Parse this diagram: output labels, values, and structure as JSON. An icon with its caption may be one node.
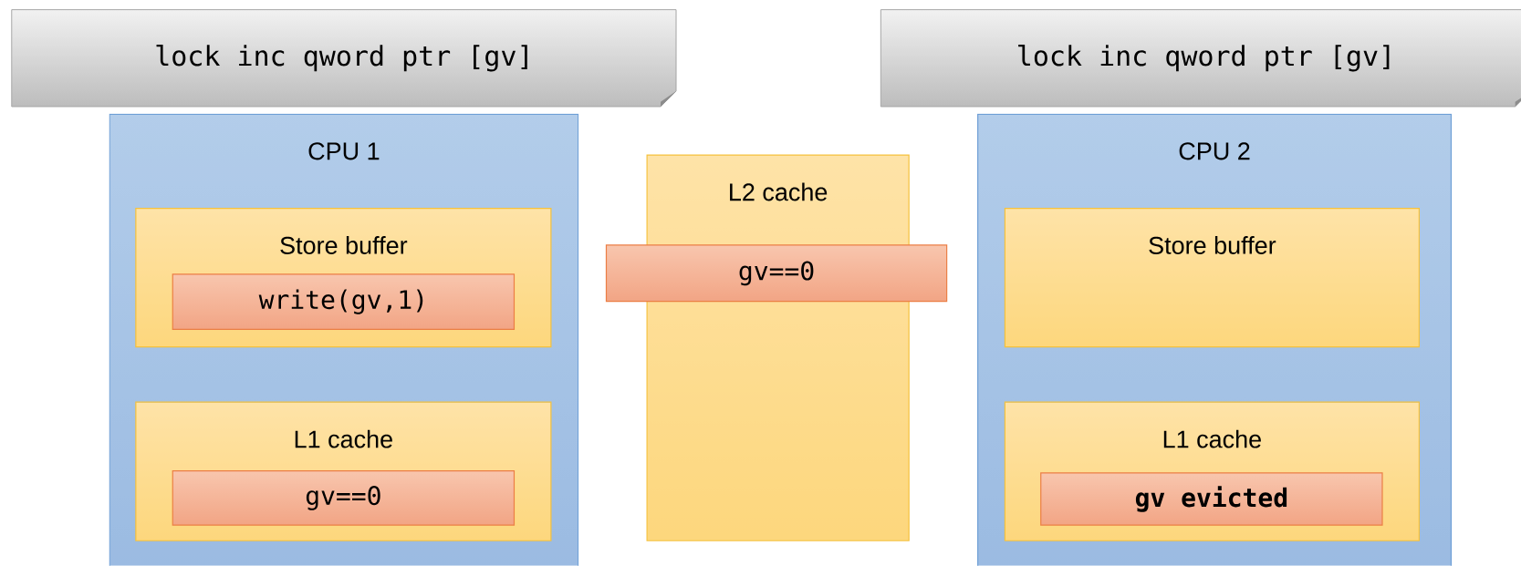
{
  "diagram": {
    "nodes": [
      {
        "text": [
          "lock inc qword ptr [gv]"
        ]
      },
      {
        "text": [
          "lock inc qword ptr [gv]"
        ]
      },
      {
        "text": [
          "CPU 1"
        ]
      },
      {
        "text": [
          "Store buffer"
        ],
        "in": 2
      },
      {
        "text": [
          "write(gv,1)"
        ],
        "in": 3
      },
      {
        "text": [
          "L1 cache"
        ],
        "in": 2
      },
      {
        "text": [
          "gv==0"
        ],
        "in": 5
      },
      {
        "text": [
          "L2 cache"
        ]
      },
      {
        "text": [
          "gv==0"
        ]
      },
      {
        "text": [
          "CPU 2"
        ]
      },
      {
        "text": [
          "Store buffer"
        ],
        "in": 9
      },
      {
        "text": [
          "L1 cache"
        ],
        "in": 9
      },
      {
        "text": [
          "gv evicted"
        ],
        "in": 11
      }
    ]
  }
}
